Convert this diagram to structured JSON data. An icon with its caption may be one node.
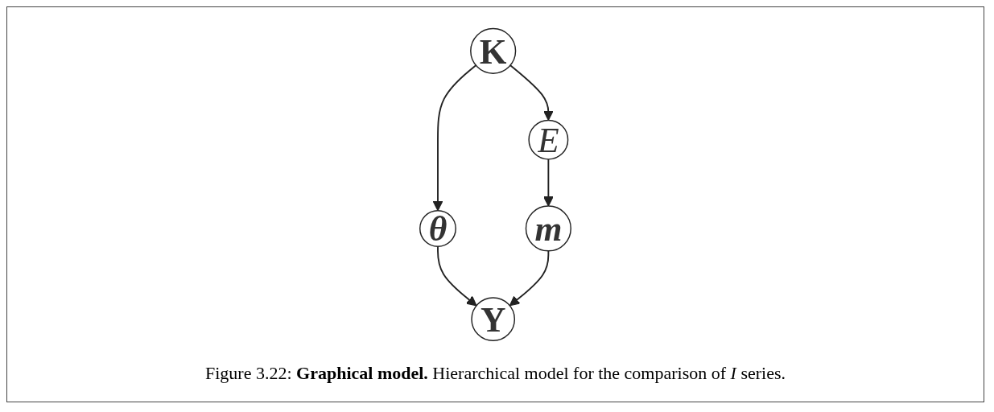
{
  "diagram": {
    "caption": "Figure 3.22: **Graphical model.** Hierarchical model for the comparison of *I* series.",
    "nodes": [
      {
        "text": [
          "K"
        ]
      },
      {
        "text": [
          "E"
        ]
      },
      {
        "text": [
          "θ"
        ]
      },
      {
        "text": [
          "m"
        ]
      },
      {
        "text": [
          "Y"
        ]
      }
    ],
    "edges": [
      {
        "from": 0,
        "to": 1,
        "arrow": "to"
      },
      {
        "from": 0,
        "to": 2,
        "arrow": "to"
      },
      {
        "from": 1,
        "to": 3,
        "arrow": "to"
      },
      {
        "from": 2,
        "to": 4,
        "arrow": "to"
      },
      {
        "from": 3,
        "to": 4,
        "arrow": "to"
      }
    ]
  }
}
